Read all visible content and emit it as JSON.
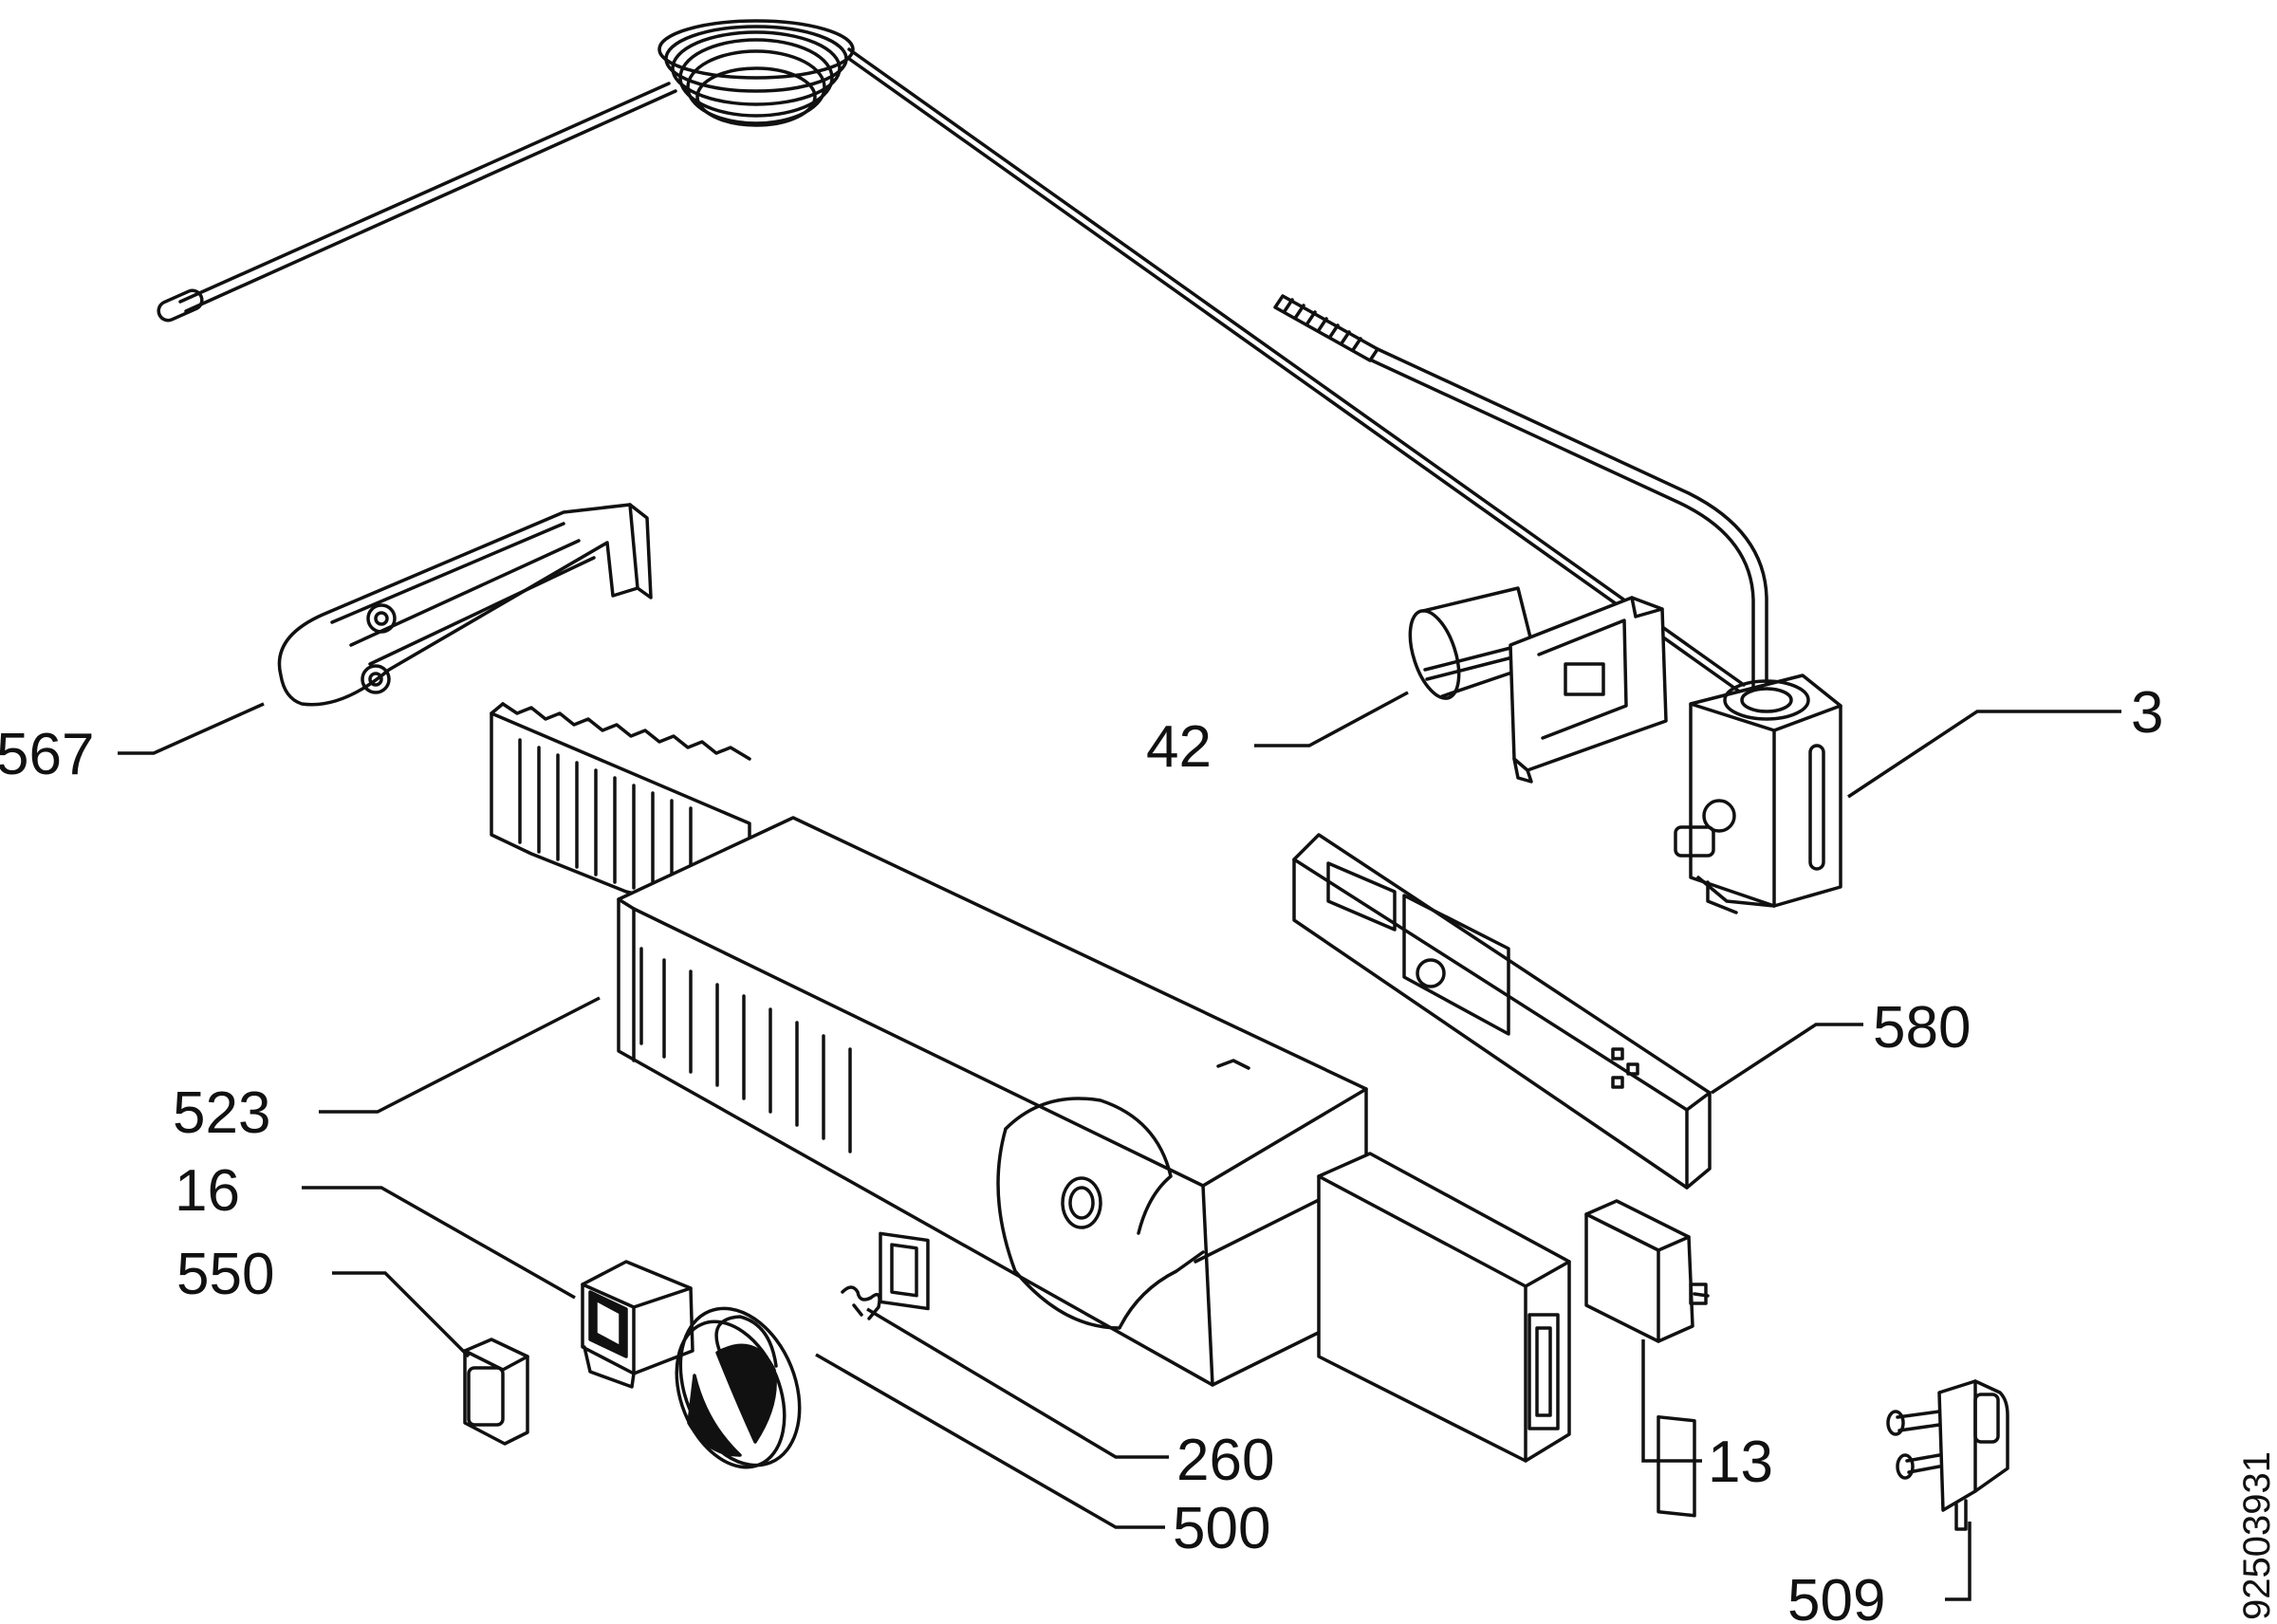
{
  "diagram": {
    "drawing_code": "92503931",
    "callouts": [
      {
        "id": "567",
        "text": "567"
      },
      {
        "id": "42",
        "text": "42"
      },
      {
        "id": "3",
        "text": "3"
      },
      {
        "id": "580",
        "text": "580"
      },
      {
        "id": "523",
        "text": "523"
      },
      {
        "id": "16",
        "text": "16"
      },
      {
        "id": "550",
        "text": "550"
      },
      {
        "id": "260",
        "text": "260"
      },
      {
        "id": "500",
        "text": "500"
      },
      {
        "id": "13",
        "text": "13"
      },
      {
        "id": "509",
        "text": "509"
      }
    ]
  }
}
